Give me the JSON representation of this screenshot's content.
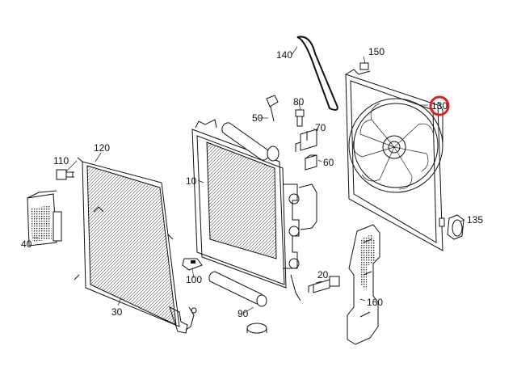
{
  "diagram": {
    "highlight_color": "#e02020",
    "callouts": [
      {
        "id": "c10",
        "text": "10"
      },
      {
        "id": "c20",
        "text": "20"
      },
      {
        "id": "c30",
        "text": "30"
      },
      {
        "id": "c40",
        "text": "40"
      },
      {
        "id": "c50",
        "text": "50"
      },
      {
        "id": "c60",
        "text": "60"
      },
      {
        "id": "c70",
        "text": "70"
      },
      {
        "id": "c80",
        "text": "80"
      },
      {
        "id": "c90",
        "text": "90"
      },
      {
        "id": "c100",
        "text": "100"
      },
      {
        "id": "c110",
        "text": "110"
      },
      {
        "id": "c120",
        "text": "120"
      },
      {
        "id": "c130",
        "text": "130"
      },
      {
        "id": "c135",
        "text": "135"
      },
      {
        "id": "c140",
        "text": "140"
      },
      {
        "id": "c150",
        "text": "150"
      },
      {
        "id": "c160",
        "text": "160"
      }
    ]
  }
}
